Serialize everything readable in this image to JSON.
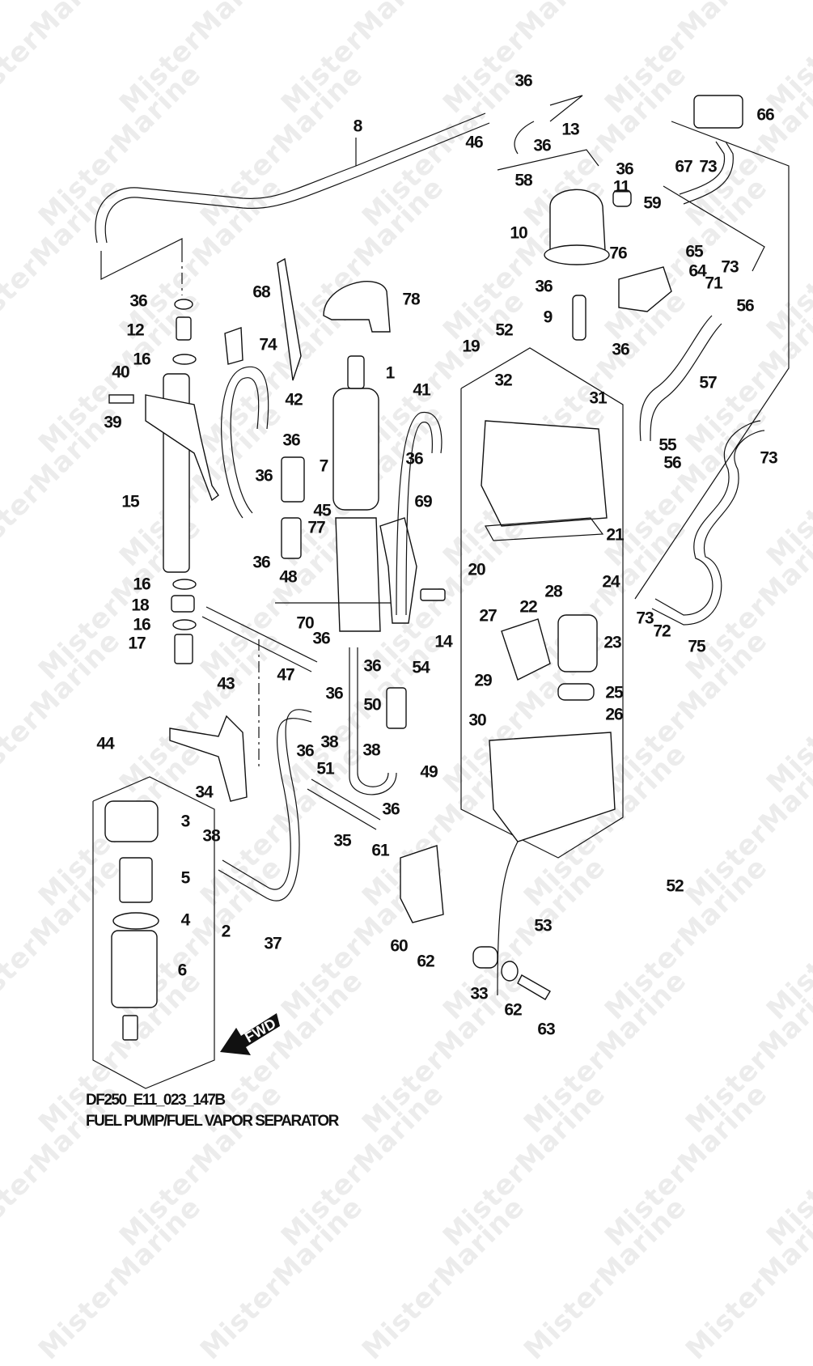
{
  "diagram": {
    "model_code": "DF250_E11_023_147B",
    "title": "FUEL PUMP/FUEL VAPOR SEPARATOR",
    "direction_indicator": "FWD",
    "watermark_text": "MisterMarine",
    "colors": {
      "ink": "#111111",
      "background": "#ffffff",
      "watermark": "#ececec"
    }
  },
  "callouts": [
    {
      "num": "1"
    },
    {
      "num": "2"
    },
    {
      "num": "3"
    },
    {
      "num": "4"
    },
    {
      "num": "5"
    },
    {
      "num": "6"
    },
    {
      "num": "7"
    },
    {
      "num": "8"
    },
    {
      "num": "9"
    },
    {
      "num": "10"
    },
    {
      "num": "11"
    },
    {
      "num": "12"
    },
    {
      "num": "13"
    },
    {
      "num": "14"
    },
    {
      "num": "15"
    },
    {
      "num": "16"
    },
    {
      "num": "16"
    },
    {
      "num": "16"
    },
    {
      "num": "17"
    },
    {
      "num": "18"
    },
    {
      "num": "19"
    },
    {
      "num": "20"
    },
    {
      "num": "21"
    },
    {
      "num": "22"
    },
    {
      "num": "23"
    },
    {
      "num": "24"
    },
    {
      "num": "25"
    },
    {
      "num": "26"
    },
    {
      "num": "27"
    },
    {
      "num": "28"
    },
    {
      "num": "29"
    },
    {
      "num": "30"
    },
    {
      "num": "31"
    },
    {
      "num": "32"
    },
    {
      "num": "33"
    },
    {
      "num": "34"
    },
    {
      "num": "35"
    },
    {
      "num": "36"
    },
    {
      "num": "36"
    },
    {
      "num": "36"
    },
    {
      "num": "36"
    },
    {
      "num": "36"
    },
    {
      "num": "36"
    },
    {
      "num": "36"
    },
    {
      "num": "36"
    },
    {
      "num": "36"
    },
    {
      "num": "36"
    },
    {
      "num": "36"
    },
    {
      "num": "36"
    },
    {
      "num": "36"
    },
    {
      "num": "36"
    },
    {
      "num": "36"
    },
    {
      "num": "37"
    },
    {
      "num": "38"
    },
    {
      "num": "38"
    },
    {
      "num": "38"
    },
    {
      "num": "39"
    },
    {
      "num": "40"
    },
    {
      "num": "41"
    },
    {
      "num": "42"
    },
    {
      "num": "43"
    },
    {
      "num": "44"
    },
    {
      "num": "45"
    },
    {
      "num": "46"
    },
    {
      "num": "47"
    },
    {
      "num": "48"
    },
    {
      "num": "49"
    },
    {
      "num": "50"
    },
    {
      "num": "51"
    },
    {
      "num": "52"
    },
    {
      "num": "52"
    },
    {
      "num": "53"
    },
    {
      "num": "54"
    },
    {
      "num": "55"
    },
    {
      "num": "56"
    },
    {
      "num": "56"
    },
    {
      "num": "57"
    },
    {
      "num": "58"
    },
    {
      "num": "59"
    },
    {
      "num": "60"
    },
    {
      "num": "61"
    },
    {
      "num": "62"
    },
    {
      "num": "62"
    },
    {
      "num": "63"
    },
    {
      "num": "64"
    },
    {
      "num": "65"
    },
    {
      "num": "66"
    },
    {
      "num": "67"
    },
    {
      "num": "68"
    },
    {
      "num": "69"
    },
    {
      "num": "70"
    },
    {
      "num": "71"
    },
    {
      "num": "72"
    },
    {
      "num": "73"
    },
    {
      "num": "73"
    },
    {
      "num": "73"
    },
    {
      "num": "73"
    },
    {
      "num": "74"
    },
    {
      "num": "75"
    },
    {
      "num": "76"
    },
    {
      "num": "77"
    },
    {
      "num": "78"
    }
  ]
}
